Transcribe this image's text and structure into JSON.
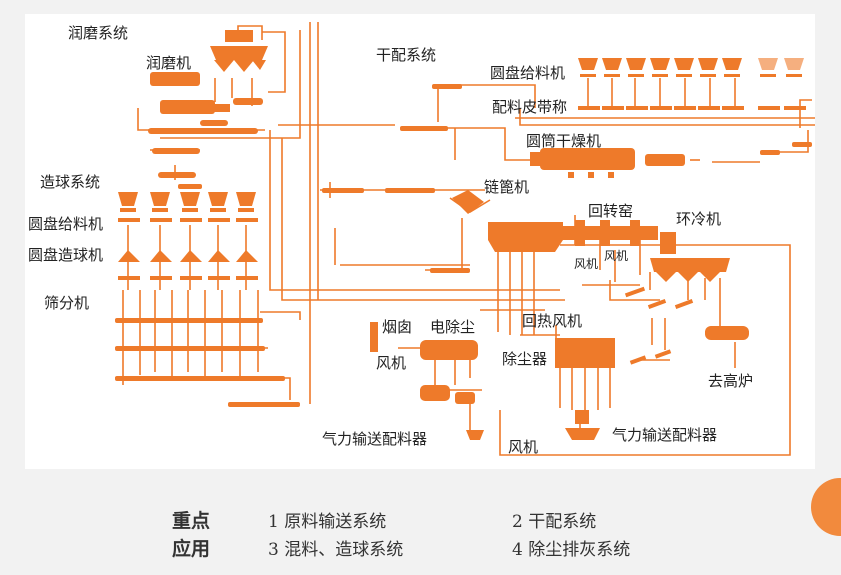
{
  "colors": {
    "primary": "#ee7a2a",
    "panel": "#ffffff",
    "background": "#f2f2f2",
    "accent_dot": "#f28a3d"
  },
  "labels": {
    "lubricating_system": "润磨系统",
    "lubricating_mill": "润磨机",
    "dry_batching_system": "干配系统",
    "disc_feeder_top": "圆盘给料机",
    "batching_belt_scale": "配料皮带称",
    "rotary_dryer": "圆筒干燥机",
    "pelletizing_system": "造球系统",
    "disc_feeder_left": "圆盘给料机",
    "disc_pelletizer": "圆盘造球机",
    "screening_machine": "筛分机",
    "chain_grate": "链篦机",
    "rotary_kiln": "回转窑",
    "ring_cooler": "环冷机",
    "fan_a": "风机",
    "fan_b": "风机",
    "reheat_fan": "回热风机",
    "chimney": "烟囱",
    "electrostatic_precipitator": "电除尘",
    "fan_left": "风机",
    "dust_collector": "除尘器",
    "to_blast_furnace": "去高炉",
    "pneumatic_left": "气力输送配料器",
    "pneumatic_right": "气力输送配料器",
    "fan_bottom": "风机"
  },
  "footer": {
    "heading_line1": "重点",
    "heading_line2": "应用",
    "items": [
      "1  原料输送系统",
      "2  干配系统",
      "3  混料、造球系统",
      "4  除尘排灰系统"
    ]
  }
}
